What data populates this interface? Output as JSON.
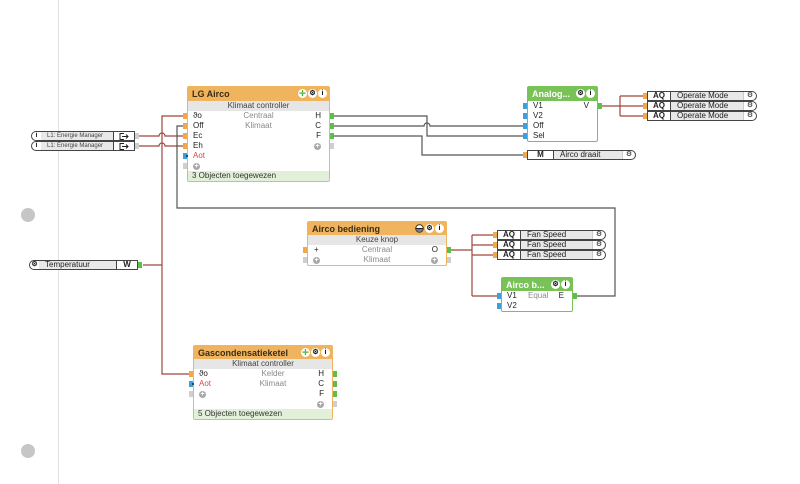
{
  "colors": {
    "block_orange": "#f0b45f",
    "block_green": "#79c257",
    "wire_red": "#a0463c",
    "wire_dark": "#555555",
    "connector_orange": "#f0a848",
    "connector_blue": "#3aa0de",
    "connector_green": "#5bbf48",
    "connector_gray": "#cfcfcf",
    "alert_red": "#e5463d",
    "footer_green": "#e2f0d9"
  },
  "icon_glyphs": {
    "move": "✛",
    "gear": "⚙",
    "info": "i",
    "add": "+"
  },
  "input_nodes": {
    "energie_manager": [
      {
        "label": "L1: Energie Manager",
        "left_icon": "info-icon",
        "right_icon": "exit-icon"
      },
      {
        "label": "L1: Energie Manager",
        "left_icon": "info-icon",
        "right_icon": "exit-icon"
      }
    ],
    "temperatuur": {
      "label": "Temperatuur",
      "type": "W",
      "left_icon": "gear-icon"
    }
  },
  "blocks": {
    "lg_airco": {
      "title": "LG Airco",
      "header_icons": [
        "move-icon",
        "gear-icon",
        "info-icon"
      ],
      "subtitle": "Klimaat controller",
      "inputs": [
        "ϑo",
        "Off",
        "Ec",
        "Eh",
        "Aot"
      ],
      "parameters": [
        "Centraal",
        "Klimaat"
      ],
      "outputs": [
        "H",
        "C",
        "F"
      ],
      "footer": "3 Objecten toegewezen"
    },
    "analog": {
      "title": "Analog...",
      "header_icons": [
        "gear-icon",
        "info-icon"
      ],
      "inputs": [
        "V1",
        "V2",
        "Off",
        "Sel"
      ],
      "outputs": [
        "V"
      ]
    },
    "airco_bediening": {
      "title": "Airco bediening",
      "header_icons": [
        "dimmer-icon",
        "gear-icon",
        "info-icon"
      ],
      "subtitle": "Keuze knop",
      "inputs": [
        "+"
      ],
      "parameters": [
        "Centraal",
        "Klimaat"
      ],
      "outputs": [
        "O"
      ]
    },
    "airco_b": {
      "title": "Airco b...",
      "header_icons": [
        "gear-icon",
        "info-icon"
      ],
      "inputs": [
        "V1",
        "V2"
      ],
      "parameters": [
        "Equal"
      ],
      "outputs": [
        "E"
      ]
    },
    "gascondensatieketel": {
      "title": "Gascondensatieketel",
      "header_icons": [
        "move-icon",
        "gear-icon",
        "info-icon"
      ],
      "subtitle": "Klimaat controller",
      "inputs": [
        "ϑo",
        "Aot"
      ],
      "parameters": [
        "Kelder",
        "Klimaat"
      ],
      "outputs": [
        "H",
        "C",
        "F"
      ],
      "footer": "5 Objecten toegewezen"
    }
  },
  "output_nodes": {
    "operate_mode": [
      {
        "type": "AQ",
        "label": "Operate Mode"
      },
      {
        "type": "AQ",
        "label": "Operate Mode"
      },
      {
        "type": "AQ",
        "label": "Operate Mode"
      }
    ],
    "airco_draait": {
      "type": "M",
      "label": "Airco draait"
    },
    "fan_speed": [
      {
        "type": "AQ",
        "label": "Fan Speed"
      },
      {
        "type": "AQ",
        "label": "Fan Speed"
      },
      {
        "type": "AQ",
        "label": "Fan Speed"
      }
    ]
  }
}
